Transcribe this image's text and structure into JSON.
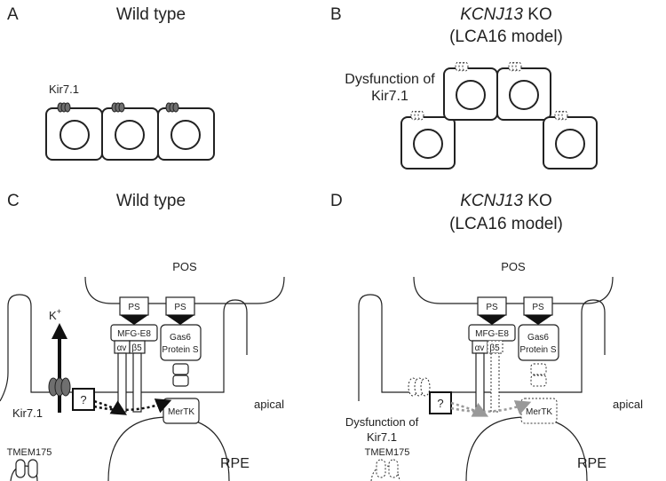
{
  "panels": {
    "a": {
      "letter": "A",
      "title": "Wild type",
      "channel_label": "Kir7.1"
    },
    "b": {
      "letter": "B",
      "title_gene": "KCNJ13",
      "title_suffix": " KO",
      "subtitle": "(LCA16 model)",
      "dysfunction_line1": "Dysfunction of",
      "dysfunction_line2": "Kir7.1"
    },
    "c": {
      "letter": "C",
      "title": "Wild type",
      "pos": "POS",
      "ion": "K",
      "ion_charge": "+",
      "ps1": "PS",
      "ps2": "PS",
      "mfg": "MFG-E8",
      "alpha": "αv",
      "beta": "β5",
      "gas6_line1": "Gas6",
      "gas6_line2": "Protein S",
      "mertk": "MerTK",
      "question": "?",
      "kir": "Kir7.1",
      "tmem": "TMEM175",
      "apical": "apical",
      "rpe": "RPE"
    },
    "d": {
      "letter": "D",
      "title_gene": "KCNJ13",
      "title_suffix": " KO",
      "subtitle": "(LCA16 model)",
      "pos": "POS",
      "ps1": "PS",
      "ps2": "PS",
      "mfg": "MFG-E8",
      "alpha": "αv",
      "beta": "β5",
      "gas6_line1": "Gas6",
      "gas6_line2": "Protein S",
      "mertk": "MerTK",
      "question": "?",
      "dysfunction_line1": "Dysfunction of",
      "dysfunction_line2": "Kir7.1",
      "tmem": "TMEM175",
      "apical": "apical",
      "rpe": "RPE"
    }
  },
  "colors": {
    "channel_fill": "#6f6f6f",
    "arrow_dotted_wt": "#111111",
    "arrow_dotted_ko": "#999999"
  }
}
